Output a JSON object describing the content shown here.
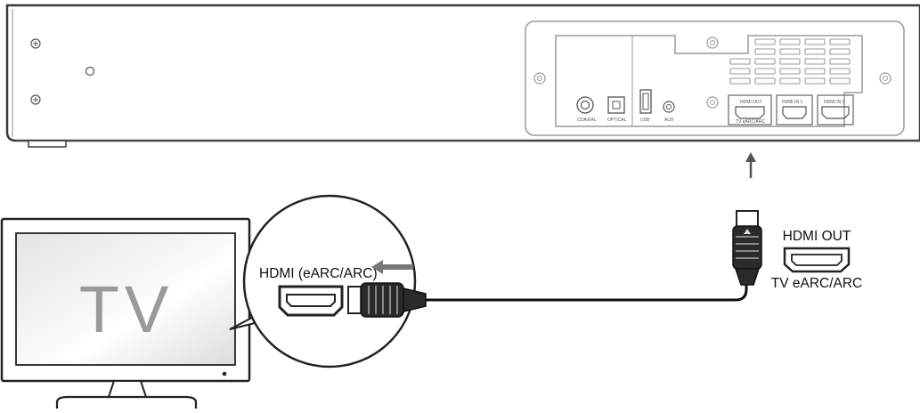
{
  "tv": {
    "screen_label": "TV"
  },
  "callout": {
    "port_label": "HDMI (eARC/ARC)"
  },
  "soundbar": {
    "hdmi_out_label": "HDMI OUT",
    "hdmi_out_sub": "TV eARC/ARC",
    "hdmi_in1_label": "HDMI IN 1",
    "hdmi_in2_label": "HDMI IN 2",
    "coaxial_label": "COAXIAL",
    "optical_label": "OPTICAL",
    "usb_label": "USB",
    "aux_label": "AUX"
  },
  "legend": {
    "port_label": "HDMI OUT",
    "port_sub": "TV eARC/ARC"
  }
}
